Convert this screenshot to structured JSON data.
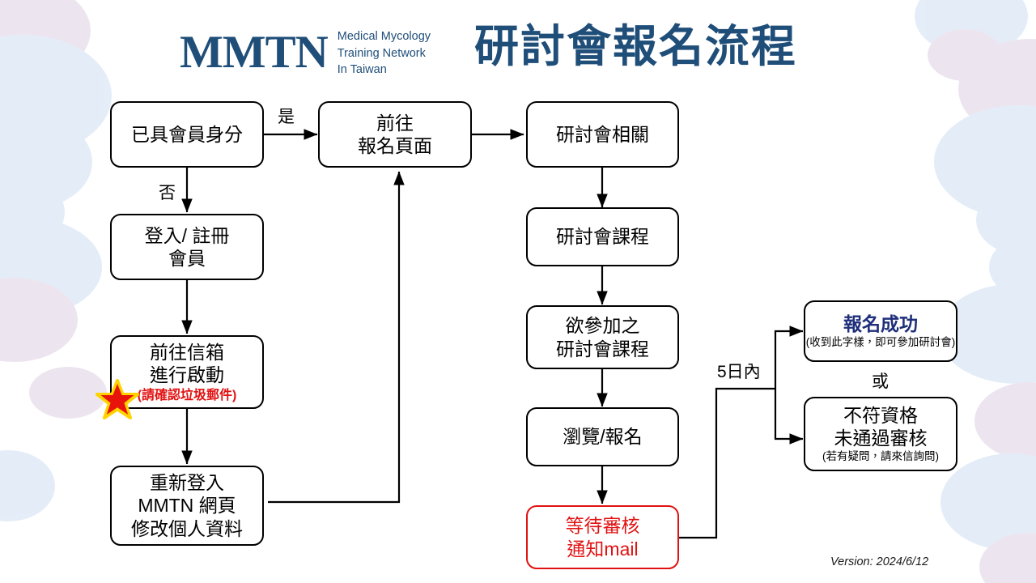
{
  "header": {
    "logo_mark": "MMTN",
    "logo_subtitle_line1": "Medical Mycology",
    "logo_subtitle_line2": "Training Network",
    "logo_subtitle_line3": "In Taiwan",
    "title": "研討會報名流程",
    "brand_color": "#1f4e79"
  },
  "footer": {
    "version": "Version: 2024/6/12"
  },
  "flow": {
    "nodes": [
      {
        "id": "member-check",
        "lines": [
          "已具會員身分"
        ],
        "note": "",
        "style": "plain"
      },
      {
        "id": "login-register",
        "lines": [
          "登入/ 註冊",
          "會員"
        ],
        "note": "",
        "style": "plain"
      },
      {
        "id": "activate-email",
        "lines": [
          "前往信箱",
          "進行啟動"
        ],
        "note": "(請確認垃圾郵件)",
        "style": "plain-red-note"
      },
      {
        "id": "relogin-edit-profile",
        "lines": [
          "重新登入",
          "MMTN 網頁",
          "修改個人資料"
        ],
        "note": "",
        "style": "plain"
      },
      {
        "id": "go-registration-page",
        "lines": [
          "前往",
          "報名頁面"
        ],
        "note": "",
        "style": "plain"
      },
      {
        "id": "seminar-related",
        "lines": [
          "研討會相關"
        ],
        "note": "",
        "style": "plain"
      },
      {
        "id": "seminar-courses",
        "lines": [
          "研討會課程"
        ],
        "note": "",
        "style": "plain"
      },
      {
        "id": "desired-courses",
        "lines": [
          "欲參加之",
          "研討會課程"
        ],
        "note": "",
        "style": "plain"
      },
      {
        "id": "browse-register",
        "lines": [
          "瀏覽/報名"
        ],
        "note": "",
        "style": "plain"
      },
      {
        "id": "await-review",
        "lines": [
          "等待審核",
          "通知mail"
        ],
        "note": "",
        "style": "red"
      },
      {
        "id": "registration-success",
        "headline": "報名成功",
        "lines": [],
        "note": "(收到此字樣，即可參加研討會)",
        "style": "blue-headline"
      },
      {
        "id": "not-qualified",
        "lines": [
          "不符資格",
          "未通過審核"
        ],
        "note": "(若有疑問，請來信詢問)",
        "style": "plain-note"
      }
    ],
    "edge_labels": {
      "yes": "是",
      "no": "否",
      "within_five_days": "5日內",
      "or": "或"
    }
  },
  "colors": {
    "brand_blue": "#1f4e79",
    "alert_red": "#e11212",
    "success_navy": "#1f2f7a",
    "stroke": "#000000",
    "deco_blue": "#cfe0f2",
    "deco_purple": "#ddd1e4"
  }
}
